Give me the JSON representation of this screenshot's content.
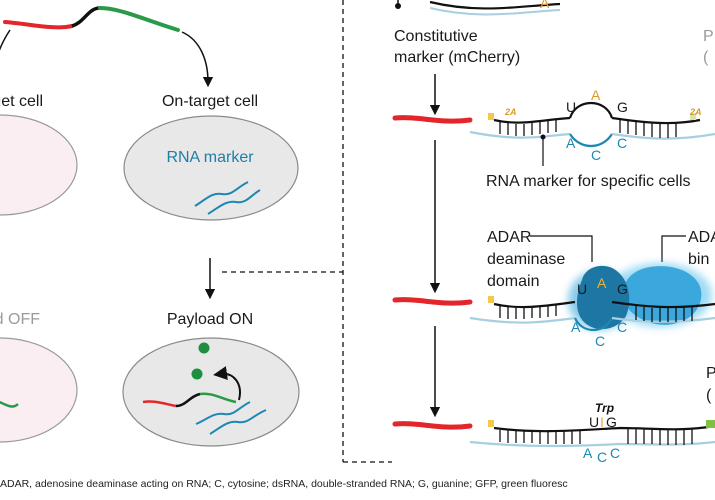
{
  "labels": {
    "off_target_cell": "Off-target cell",
    "on_target_cell": "On-target cell",
    "rna_marker": "RNA marker",
    "payload_off": "Payload OFF",
    "payload_on": "Payload ON",
    "constitutive_marker": "Constitutive",
    "constitutive_marker_2": "marker (mCherry)",
    "rna_marker_specific": "RNA marker for specific cells",
    "adar_1": "ADAR",
    "adar_2": "deaminase",
    "adar_3": "domain",
    "adar_right_1": "ADA",
    "adar_right_2": "bin",
    "right_cut_1": "P",
    "right_cut_2": "(",
    "right_cut_3": "P",
    "right_cut_4": "(",
    "two_a": "2A",
    "trp": "Trp"
  },
  "nucleotides": {
    "top": [
      "A"
    ],
    "row2": {
      "u": "U",
      "a": "A",
      "g": "G",
      "a2": "A",
      "c": "C",
      "c2": "C"
    },
    "row3": {
      "u": "U",
      "a": "A",
      "g": "G",
      "a2": "A",
      "c": "C",
      "c2": "C"
    },
    "row4": {
      "u": "U",
      "i": "I",
      "g": "G",
      "a": "A",
      "c": "C",
      "c2": "C"
    }
  },
  "footnote": "ADAR, adenosine deaminase acting on RNA; C, cytosine; dsRNA, double-stranded RNA; G, guanine; GFP, green fluoresc",
  "colors": {
    "red_strand": "#e3262b",
    "green_strand": "#2a9a48",
    "blue_strand": "#1d88b4",
    "cell_on": "#e8e8e8",
    "cell_off": "#fbeef2",
    "adar_dark": "#1d76a3",
    "adar_light": "#3aa8dc",
    "payload_dot": "#1d8f3f",
    "two_a": "#d99a2b"
  }
}
